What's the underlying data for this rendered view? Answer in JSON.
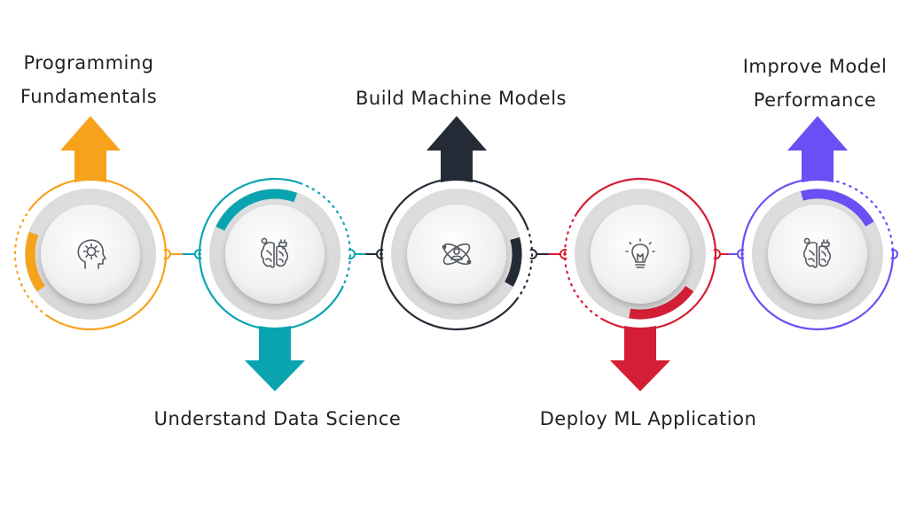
{
  "steps": [
    {
      "lines": [
        "Programming",
        "Fundamentals"
      ],
      "color": "#f7a21b",
      "icon": "brain-gear-icon",
      "arrow": "up"
    },
    {
      "lines": [
        "Understand Data Science"
      ],
      "color": "#0aa4b0",
      "icon": "brain-plug-icon",
      "arrow": "down"
    },
    {
      "lines": [
        "Build Machine Models"
      ],
      "color": "#252b36",
      "icon": "atom-person-icon",
      "arrow": "up"
    },
    {
      "lines": [
        "Deploy ML Application"
      ],
      "color": "#d41e35",
      "icon": "lightbulb-icon",
      "arrow": "down"
    },
    {
      "lines": [
        "Improve Model",
        "Performance"
      ],
      "color": "#6a4ff5",
      "icon": "brain-plug-icon",
      "arrow": "up"
    }
  ]
}
